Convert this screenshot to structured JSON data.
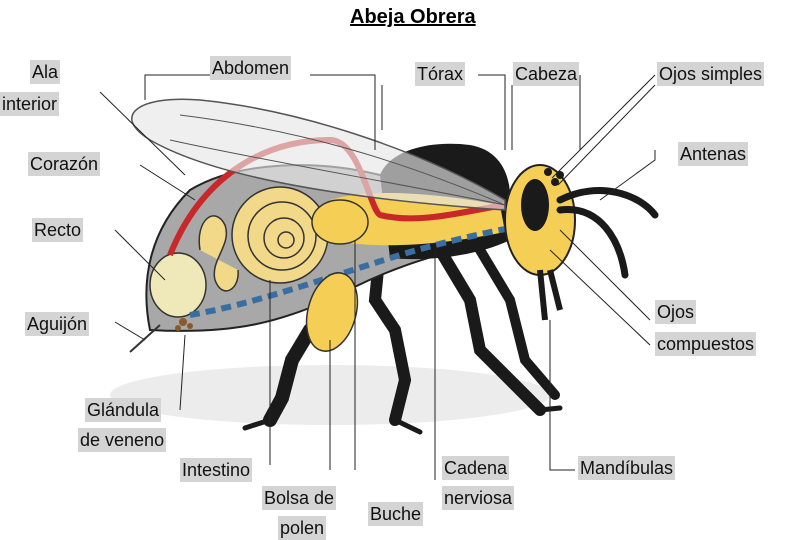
{
  "title": "Abeja Obrera",
  "labels": {
    "ala_line1": "Ala",
    "ala_line2": "interior",
    "abdomen": "Abdomen",
    "torax": "Tórax",
    "cabeza": "Cabeza",
    "ojos_simples": "Ojos simples",
    "antenas": "Antenas",
    "corazon": "Corazón",
    "recto": "Recto",
    "aguijon": "Aguijón",
    "glandula_line1": "Glándula",
    "glandula_line2": "de veneno",
    "intestino": "Intestino",
    "bolsa_line1": "Bolsa de",
    "bolsa_line2": "polen",
    "buche": "Buche",
    "cadena_line1": "Cadena",
    "cadena_line2": "nerviosa",
    "ojos_comp_line1": "Ojos",
    "ojos_comp_line2": "compuestos",
    "mandibulas": "Mandíbulas"
  },
  "colors": {
    "label_bg": "#d4d4d4",
    "body_gray": "#a8a8a8",
    "yellow": "#f5cf55",
    "black": "#1a1a1a",
    "red": "#c8282a",
    "blue_nerve": "#3b6ea0"
  }
}
